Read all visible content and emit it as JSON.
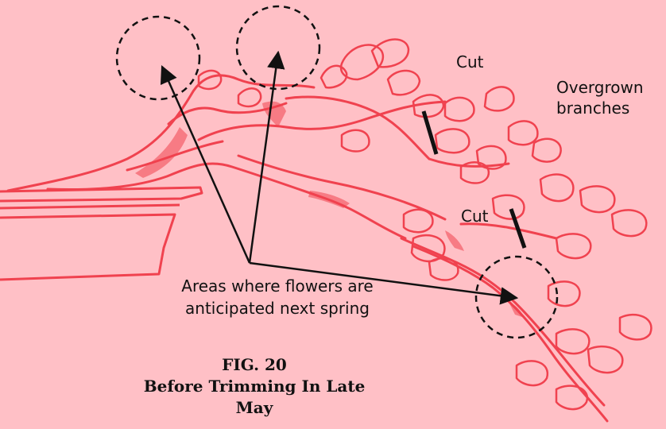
{
  "figure": {
    "number": "FIG. 20",
    "title": "Before Trimming In Late May"
  },
  "annotations": {
    "cut_top": "Cut",
    "cut_bottom": "Cut",
    "overgrown_line1": "Overgrown",
    "overgrown_line2": "branches",
    "areas_line1": "Areas where flowers are",
    "areas_line2": "anticipated next spring"
  },
  "colors": {
    "background": "#ffc0c6",
    "branch": "#f0424f",
    "marks": "#111111"
  }
}
